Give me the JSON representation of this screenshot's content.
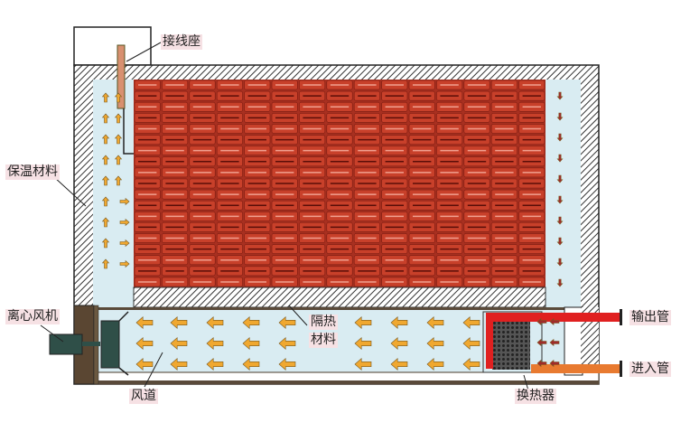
{
  "labels": {
    "terminal_block": "接线座",
    "insulation_material": "保温材料",
    "centrifugal_fan": "离心风机",
    "heat_insulation_line1": "隔热",
    "heat_insulation_line2": "材料",
    "air_duct": "风道",
    "heat_exchanger": "换热器",
    "outlet_pipe": "输出管",
    "inlet_pipe": "进入管"
  },
  "colors": {
    "brick": "#c8402a",
    "air": "#d9ecf2",
    "arrow": "#f0a830",
    "outlet_pipe": "#e02020",
    "inlet_pipe": "#e87a30",
    "fan": "#2f4f48",
    "frame": "#4a3a2a"
  }
}
